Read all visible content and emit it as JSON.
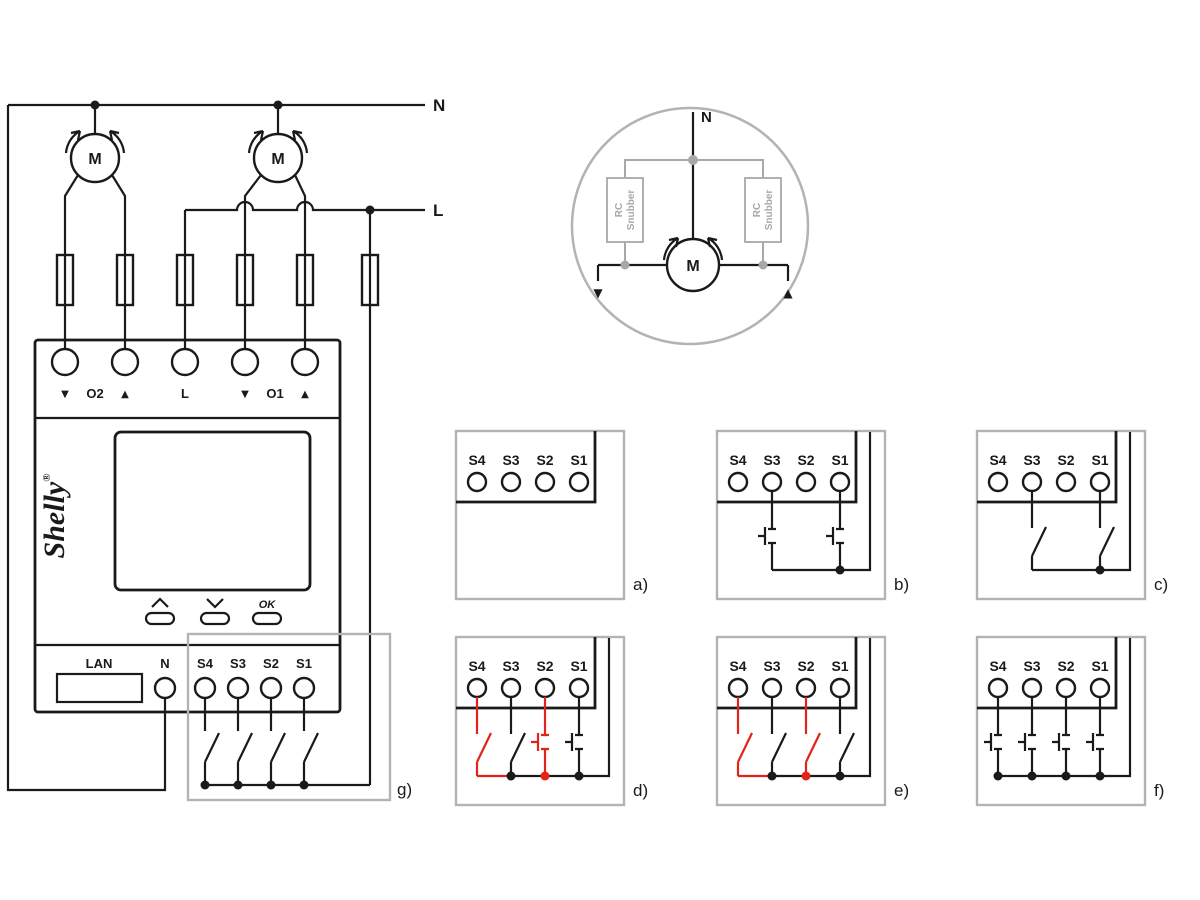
{
  "colors": {
    "wire": "#1a1a1a",
    "accent_red": "#e2231a",
    "frame_gray": "#b3b3b3",
    "detail_gray": "#a8a8a8"
  },
  "main": {
    "n_label": "N",
    "l_label": "L",
    "motor_label": "M",
    "top": {
      "down": "▼",
      "up": "▲",
      "o2": "O2",
      "o1": "O1",
      "l": "L"
    },
    "brand": "Shelly",
    "reg": "®",
    "buttons": {
      "ok": "OK"
    },
    "bottom": {
      "lan": "LAN",
      "n": "N",
      "inputs": [
        "S4",
        "S3",
        "S2",
        "S1"
      ]
    },
    "g_label": "g)"
  },
  "detail": {
    "n": "N",
    "m": "M",
    "rc": "RC",
    "snubber": "Snubber",
    "down": "▼",
    "up": "▲"
  },
  "panels": [
    {
      "letter": "a)",
      "terminals": [
        "S4",
        "S3",
        "S2",
        "S1"
      ]
    },
    {
      "letter": "b)",
      "terminals": [
        "S4",
        "S3",
        "S2",
        "S1"
      ]
    },
    {
      "letter": "c)",
      "terminals": [
        "S4",
        "S3",
        "S2",
        "S1"
      ]
    },
    {
      "letter": "d)",
      "terminals": [
        "S4",
        "S3",
        "S2",
        "S1"
      ]
    },
    {
      "letter": "e)",
      "terminals": [
        "S4",
        "S3",
        "S2",
        "S1"
      ]
    },
    {
      "letter": "f)",
      "terminals": [
        "S4",
        "S3",
        "S2",
        "S1"
      ]
    }
  ]
}
